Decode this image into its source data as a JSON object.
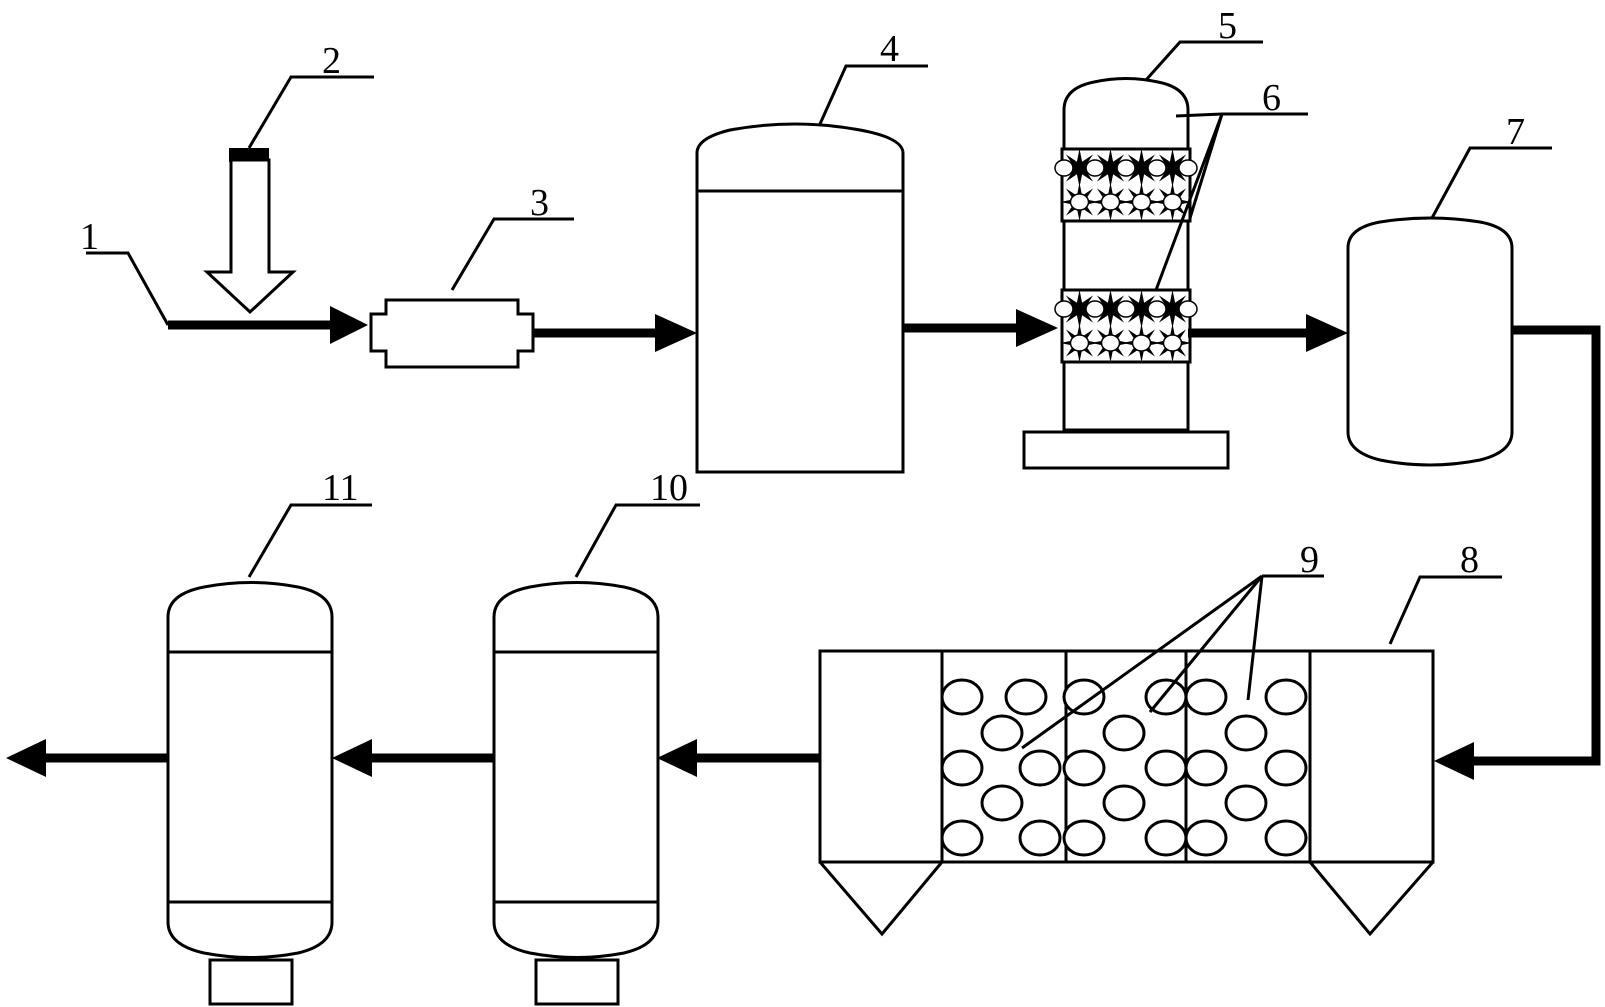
{
  "labels": {
    "l1": "1",
    "l2": "2",
    "l3": "3",
    "l4": "4",
    "l5": "5",
    "l6": "6",
    "l7": "7",
    "l8": "8",
    "l9": "9",
    "l10": "10",
    "l11": "11"
  },
  "colors": {
    "line": "#000000",
    "fill": "#ffffff"
  }
}
